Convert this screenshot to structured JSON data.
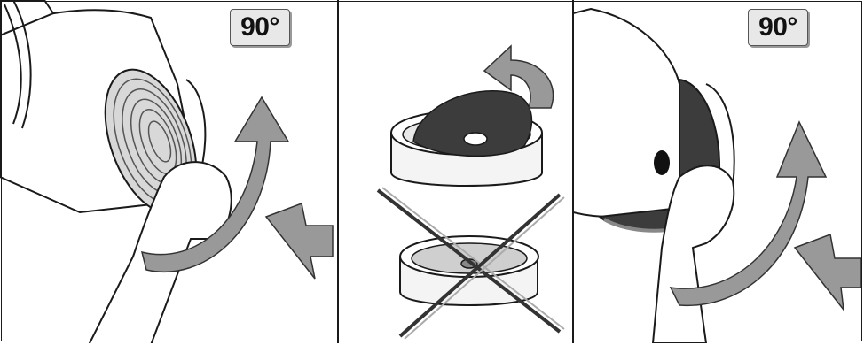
{
  "badges": {
    "left_rotation": "90°",
    "right_rotation": "90°"
  },
  "colors": {
    "arrow_fill": "#999999",
    "arrow_stroke": "#333333",
    "filter_dark": "#3c3c3c",
    "line": "#1a1a1a",
    "badge_bg": "#e8e8e8"
  },
  "icons": {
    "left": "rotate-clockwise-arrow",
    "middle": "rotate-counterclockwise-arrow",
    "cross": "cross-out-x"
  }
}
